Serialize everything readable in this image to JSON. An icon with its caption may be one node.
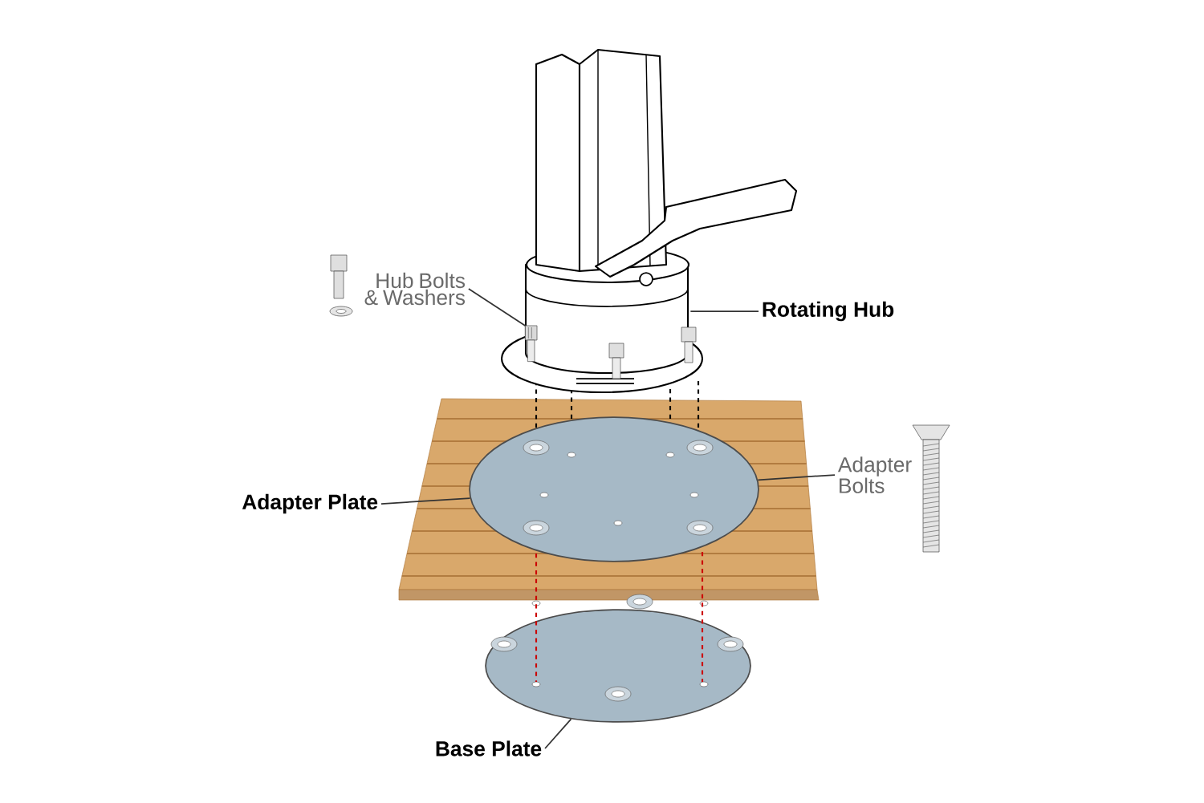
{
  "diagram": {
    "nodes": [
      {
        "text": [
          "Hub Bolts & Washers"
        ]
      },
      {
        "text": [
          "Rotating Hub"
        ]
      },
      {
        "text": [
          "Adapter Plate"
        ]
      },
      {
        "text": [
          "Adapter Bolts"
        ]
      },
      {
        "text": [
          "Base Plate"
        ]
      },
      {
        "text": [],
        "shape": "picture"
      },
      {
        "text": [],
        "shape": "picture",
        "in": 5
      },
      {
        "text": [],
        "shape": "picture"
      },
      {
        "text": [],
        "shape": "picture"
      }
    ],
    "edges": [
      {
        "from": 0,
        "to": 6,
        "arrow": "none"
      },
      {
        "from": 1,
        "to": 5,
        "arrow": "none"
      },
      {
        "from": 2,
        "to": 7,
        "arrow": "none"
      },
      {
        "from": 3,
        "to": 7,
        "arrow": "none"
      },
      {
        "from": 4,
        "to": 8,
        "arrow": "none"
      }
    ]
  }
}
